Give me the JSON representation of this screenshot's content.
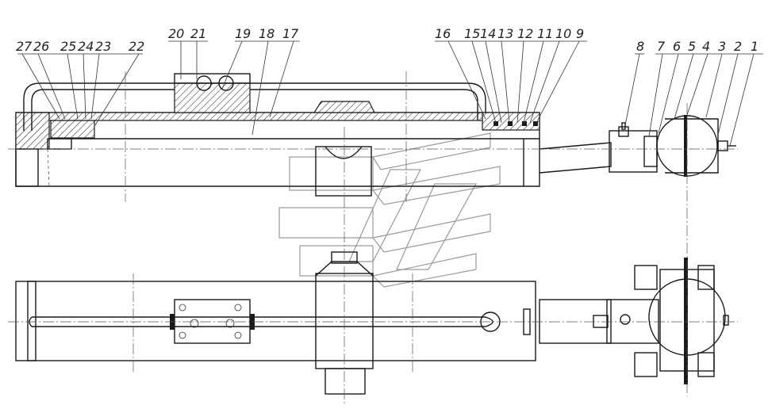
{
  "callouts": [
    {
      "text": "27"
    },
    {
      "text": "26"
    },
    {
      "text": "25"
    },
    {
      "text": "24"
    },
    {
      "text": "23"
    },
    {
      "text": "22"
    },
    {
      "text": "20"
    },
    {
      "text": "21"
    },
    {
      "text": "19"
    },
    {
      "text": "18"
    },
    {
      "text": "17"
    },
    {
      "text": "16"
    },
    {
      "text": "15"
    },
    {
      "text": "14"
    },
    {
      "text": "13"
    },
    {
      "text": "12"
    },
    {
      "text": "11"
    },
    {
      "text": "10"
    },
    {
      "text": "9"
    },
    {
      "text": "8"
    },
    {
      "text": "7"
    },
    {
      "text": "6"
    },
    {
      "text": "5"
    },
    {
      "text": "4"
    },
    {
      "text": "3"
    },
    {
      "text": "2"
    },
    {
      "text": "1"
    }
  ]
}
